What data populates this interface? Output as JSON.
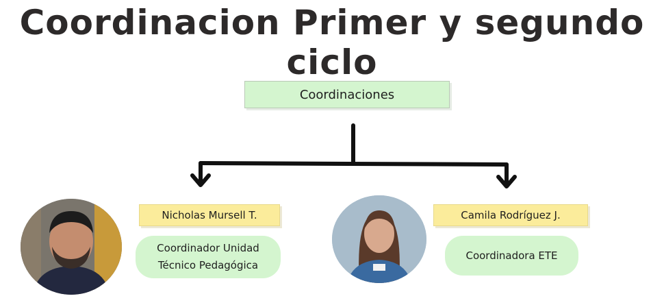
{
  "title": "Coordinacion Primer y segundo ciclo",
  "root": {
    "label": "Coordinaciones"
  },
  "members": [
    {
      "name": "Nicholas Mursell T.",
      "role_lines": [
        "Coordinador Unidad",
        "Técnico Pedagógica"
      ]
    },
    {
      "name": "Camila Rodríguez J.",
      "role_lines": [
        "Coordinadora ETE"
      ]
    }
  ],
  "colors": {
    "green_box": "#d4f5cf",
    "yellow_box": "#fbec9b",
    "line": "#111111",
    "title": "#2d2a2a"
  }
}
